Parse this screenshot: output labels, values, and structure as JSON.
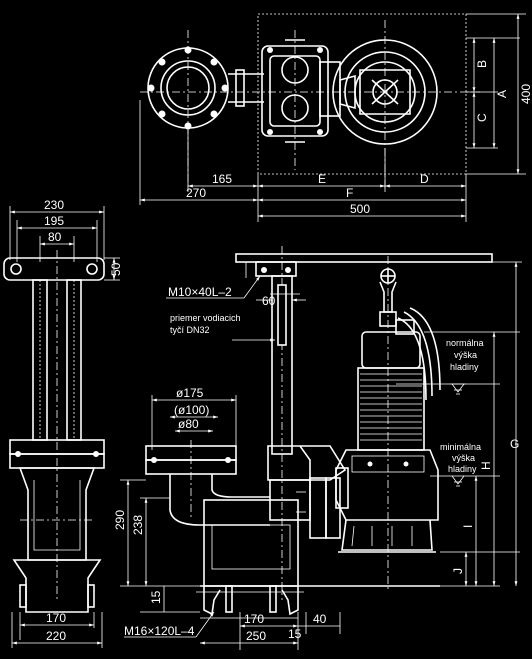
{
  "top_view": {
    "dim_165": "165",
    "dim_270": "270",
    "dim_E": "E",
    "dim_D": "D",
    "dim_F": "F",
    "dim_500": "500",
    "dim_B": "B",
    "dim_C": "C",
    "dim_A": "A",
    "dim_400": "400"
  },
  "guide_stand": {
    "dim_230": "230",
    "dim_195": "195",
    "dim_80": "80",
    "dim_50": "50",
    "dim_170": "170",
    "dim_220": "220"
  },
  "section": {
    "bolt_top": "M10×40L–2",
    "dim_60": "60",
    "guide_tube_line1": "priemer vodiacich",
    "guide_tube_line2": "tyčí DN32",
    "dia_175": "ø175",
    "dia_100": "(ø100)",
    "dia_80": "ø80",
    "dim_290": "290",
    "dim_238": "238",
    "dim_15_left": "15",
    "bolt_bottom": "M16×120L–4",
    "dim_170": "170",
    "dim_15_right": "15",
    "dim_40": "40",
    "dim_250": "250",
    "normal_level_1": "normálna",
    "normal_level_2": "výška",
    "normal_level_3": "hladiny",
    "min_level_1": "minimálna",
    "min_level_2": "výška",
    "min_level_3": "hladiny",
    "dim_G": "G",
    "dim_H": "H",
    "dim_I": "I",
    "dim_J": "J"
  }
}
